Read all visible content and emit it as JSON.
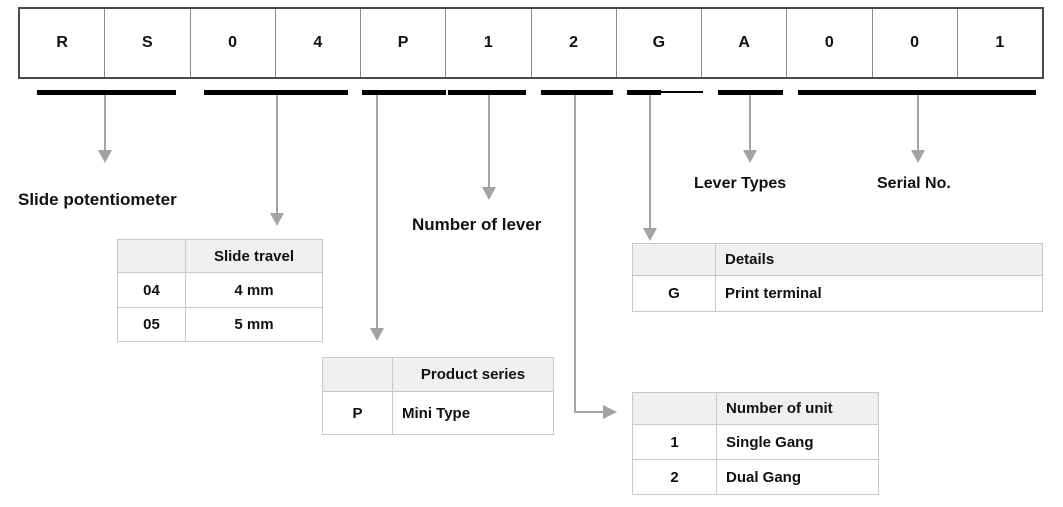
{
  "part_number_cells": [
    "R",
    "S",
    "0",
    "4",
    "P",
    "1",
    "2",
    "G",
    "A",
    "0",
    "0",
    "1"
  ],
  "labels": {
    "slide_potentiometer": "Slide potentiometer",
    "number_of_lever": "Number of lever",
    "lever_types": "Lever Types",
    "serial_no": "Serial No."
  },
  "tables": {
    "slide_travel": {
      "header": "Slide travel",
      "rows": [
        {
          "code": "04",
          "value": "4 mm"
        },
        {
          "code": "05",
          "value": "5 mm"
        }
      ]
    },
    "product_series": {
      "header": "Product series",
      "rows": [
        {
          "code": "P",
          "value": "Mini Type"
        }
      ]
    },
    "details": {
      "header": "Details",
      "rows": [
        {
          "code": "G",
          "value": "Print terminal"
        }
      ]
    },
    "number_of_unit": {
      "header": "Number of unit",
      "rows": [
        {
          "code": "1",
          "value": "Single Gang"
        },
        {
          "code": "2",
          "value": "Dual Gang"
        }
      ]
    }
  },
  "colors": {
    "bar": "#000000",
    "arrow": "#a3a3a3",
    "table_border": "#c9c9c9",
    "table_header_bg": "#f0f0f0",
    "cell_row_outer_border": "#4a4a4a",
    "cell_row_divider": "#8a8a8a",
    "text": "#111111",
    "background": "#ffffff"
  }
}
